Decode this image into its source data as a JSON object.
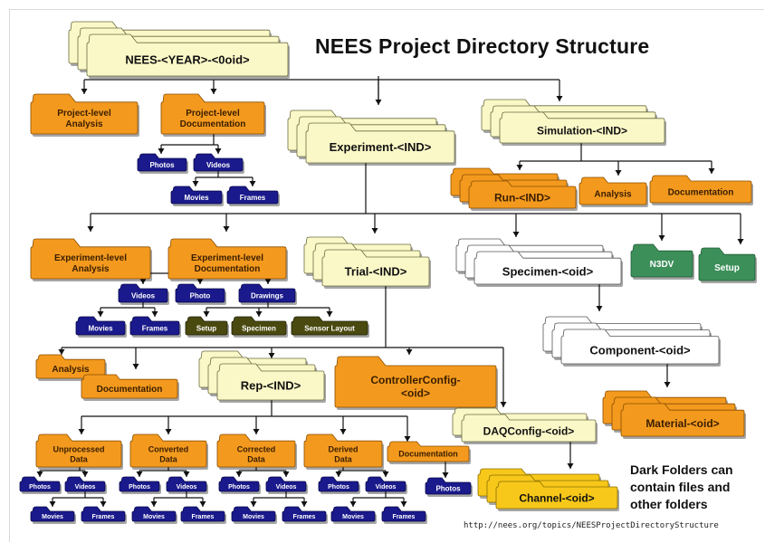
{
  "title": "NEES Project Directory Structure",
  "note_lines": [
    "Dark Folders can",
    "contain files and",
    "other folders"
  ],
  "source_url": "http://nees.org/topics/NEESProjectDirectoryStructure",
  "colors": {
    "cream": "#fbf8c8",
    "orange": "#f39a1e",
    "navy": "#1a1a8c",
    "olive": "#4a4a10",
    "green": "#3d8f5a",
    "gold": "#f7c81a",
    "white": "#ffffff",
    "line": "#111111"
  },
  "nodes": {
    "nees_root": {
      "lines": [
        "NEES-<YEAR>-<0oid>"
      ]
    },
    "project_analysis": {
      "lines": [
        "Project-level",
        "Analysis"
      ]
    },
    "project_documentation": {
      "lines": [
        "Project-level",
        "Documentation"
      ]
    },
    "proj_photos": {
      "lines": [
        "Photos"
      ]
    },
    "proj_videos": {
      "lines": [
        "Videos"
      ]
    },
    "proj_movies": {
      "lines": [
        "Movies"
      ]
    },
    "proj_frames": {
      "lines": [
        "Frames"
      ]
    },
    "experiment": {
      "lines": [
        "Experiment-<IND>"
      ]
    },
    "simulation": {
      "lines": [
        "Simulation-<IND>"
      ]
    },
    "run": {
      "lines": [
        "Run-<IND>"
      ]
    },
    "sim_analysis": {
      "lines": [
        "Analysis"
      ]
    },
    "sim_documentation": {
      "lines": [
        "Documentation"
      ]
    },
    "experiment_analysis": {
      "lines": [
        "Experiment-level",
        "Analysis"
      ]
    },
    "experiment_documentation": {
      "lines": [
        "Experiment-level",
        "Documentation"
      ]
    },
    "exp_videos": {
      "lines": [
        "Videos"
      ]
    },
    "exp_photo": {
      "lines": [
        "Photo"
      ]
    },
    "exp_drawings": {
      "lines": [
        "Drawings"
      ]
    },
    "exp_movies": {
      "lines": [
        "Movies"
      ]
    },
    "exp_frames": {
      "lines": [
        "Frames"
      ]
    },
    "draw_setup": {
      "lines": [
        "Setup"
      ]
    },
    "draw_specimen": {
      "lines": [
        "Specimen"
      ]
    },
    "draw_sensor_layout": {
      "lines": [
        "Sensor Layout"
      ]
    },
    "trial": {
      "lines": [
        "Trial-<IND>"
      ]
    },
    "specimen": {
      "lines": [
        "Specimen-<oid>"
      ]
    },
    "n3dv": {
      "lines": [
        "N3DV"
      ]
    },
    "setup": {
      "lines": [
        "Setup"
      ]
    },
    "component": {
      "lines": [
        "Component-<oid>"
      ]
    },
    "material": {
      "lines": [
        "Material-<oid>"
      ]
    },
    "trial_analysis": {
      "lines": [
        "Analysis"
      ]
    },
    "trial_documentation": {
      "lines": [
        "Documentation"
      ]
    },
    "rep": {
      "lines": [
        "Rep-<IND>"
      ]
    },
    "controller_config": {
      "lines": [
        "ControllerConfig-",
        "<oid>"
      ]
    },
    "daq_config": {
      "lines": [
        "DAQConfig-<oid>"
      ]
    },
    "channel": {
      "lines": [
        "Channel-<oid>"
      ]
    },
    "unprocessed_data": {
      "lines": [
        "Unprocessed",
        "Data"
      ]
    },
    "converted_data": {
      "lines": [
        "Converted",
        "Data"
      ]
    },
    "corrected_data": {
      "lines": [
        "Corrected",
        "Data"
      ]
    },
    "derived_data": {
      "lines": [
        "Derived",
        "Data"
      ]
    },
    "rep_documentation": {
      "lines": [
        "Documentation"
      ]
    },
    "rep_doc_photos": {
      "lines": [
        "Photos"
      ]
    },
    "unp_photos": {
      "lines": [
        "Photos"
      ]
    },
    "unp_videos": {
      "lines": [
        "Videos"
      ]
    },
    "unp_movies": {
      "lines": [
        "Movies"
      ]
    },
    "unp_frames": {
      "lines": [
        "Frames"
      ]
    },
    "con_photos": {
      "lines": [
        "Photos"
      ]
    },
    "con_videos": {
      "lines": [
        "Videos"
      ]
    },
    "con_movies": {
      "lines": [
        "Movies"
      ]
    },
    "con_frames": {
      "lines": [
        "Frames"
      ]
    },
    "cor_photos": {
      "lines": [
        "Photos"
      ]
    },
    "cor_videos": {
      "lines": [
        "Videos"
      ]
    },
    "cor_movies": {
      "lines": [
        "Movies"
      ]
    },
    "cor_frames": {
      "lines": [
        "Frames"
      ]
    },
    "der_photos": {
      "lines": [
        "Photos"
      ]
    },
    "der_videos": {
      "lines": [
        "Videos"
      ]
    },
    "der_movies": {
      "lines": [
        "Movies"
      ]
    },
    "der_frames": {
      "lines": [
        "Frames"
      ]
    }
  }
}
